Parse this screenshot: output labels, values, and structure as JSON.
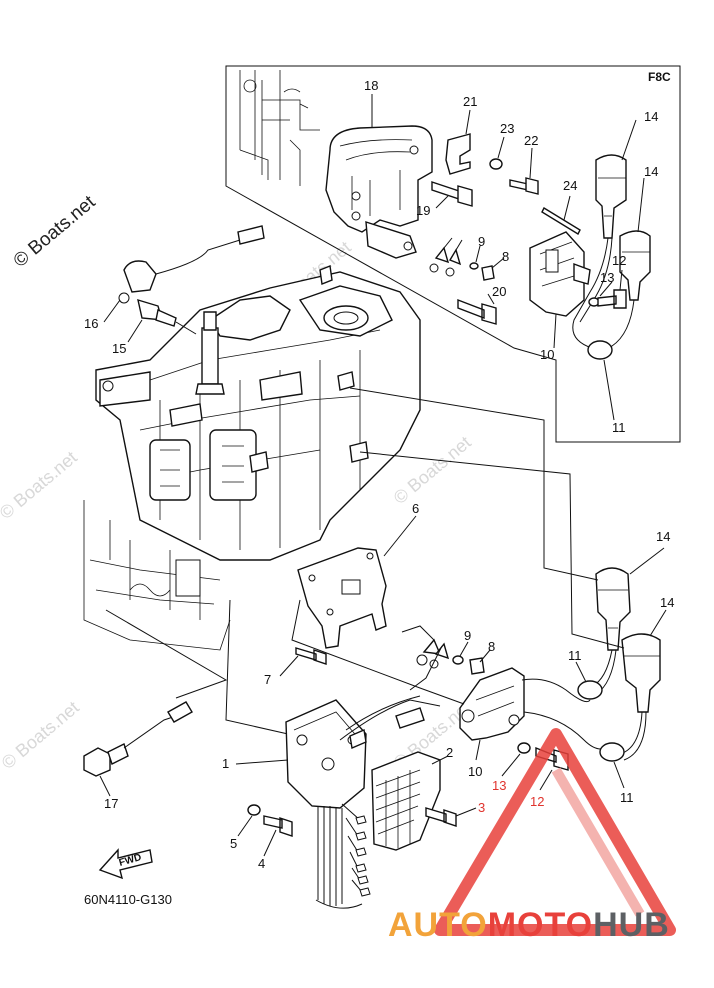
{
  "diagram": {
    "inset_tag": "F8C",
    "part_code": "60N4110-G130",
    "fwd_label": "FWD",
    "watermark_side": "© Boats.net",
    "watermark_faint": "© Boats.net",
    "brand": {
      "part1": "AUTO",
      "part2": "MOTO",
      "part3": "HUB",
      "colors": {
        "auto": "#f2a33a",
        "moto": "#e8413b",
        "hub": "#5d6064"
      }
    },
    "accent_color": "#e0342e",
    "labels": {
      "p1": "1",
      "p2": "2",
      "p3": "3",
      "p4": "4",
      "p5": "5",
      "p6": "6",
      "p7": "7",
      "p8a": "8",
      "p8b": "8",
      "p9a": "9",
      "p9b": "9",
      "p10a": "10",
      "p10b": "10",
      "p11a": "11",
      "p11b": "11",
      "p11c": "11",
      "p12a": "12",
      "p12b": "12",
      "p13a": "13",
      "p13b": "13",
      "p14a": "14",
      "p14b": "14",
      "p14c": "14",
      "p14d": "14",
      "p15": "15",
      "p16": "16",
      "p17": "17",
      "p18": "18",
      "p19": "19",
      "p20": "20",
      "p21": "21",
      "p22": "22",
      "p23": "23",
      "p24": "24"
    }
  }
}
